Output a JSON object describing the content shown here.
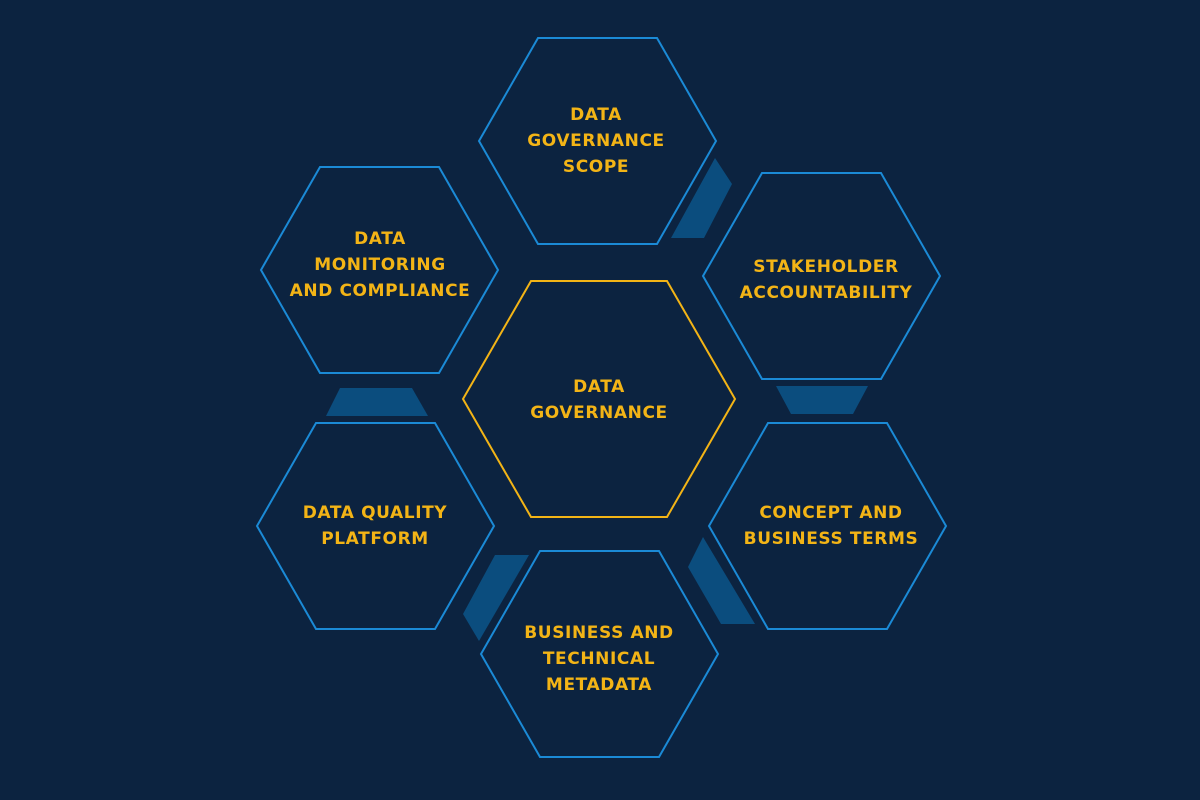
{
  "colors": {
    "background": "#0c2340",
    "outer_hex_stroke": "#1b8ad6",
    "center_hex_stroke": "#f3b416",
    "connector_fill": "#0b4d7e",
    "label_text": "#f3b416"
  },
  "center": {
    "lines": [
      "DATA",
      "GOVERNANCE"
    ]
  },
  "nodes": [
    {
      "id": "scope",
      "lines": [
        "DATA",
        "GOVERNANCE",
        "SCOPE"
      ]
    },
    {
      "id": "stakeholder",
      "lines": [
        "STAKEHOLDER",
        "ACCOUNTABILITY"
      ]
    },
    {
      "id": "concept",
      "lines": [
        "CONCEPT AND",
        "BUSINESS TERMS"
      ]
    },
    {
      "id": "metadata",
      "lines": [
        "BUSINESS AND",
        "TECHNICAL",
        "METADATA"
      ]
    },
    {
      "id": "quality",
      "lines": [
        "DATA QUALITY",
        "PLATFORM"
      ]
    },
    {
      "id": "monitoring",
      "lines": [
        "DATA",
        "MONITORING",
        "AND COMPLIANCE"
      ]
    }
  ]
}
